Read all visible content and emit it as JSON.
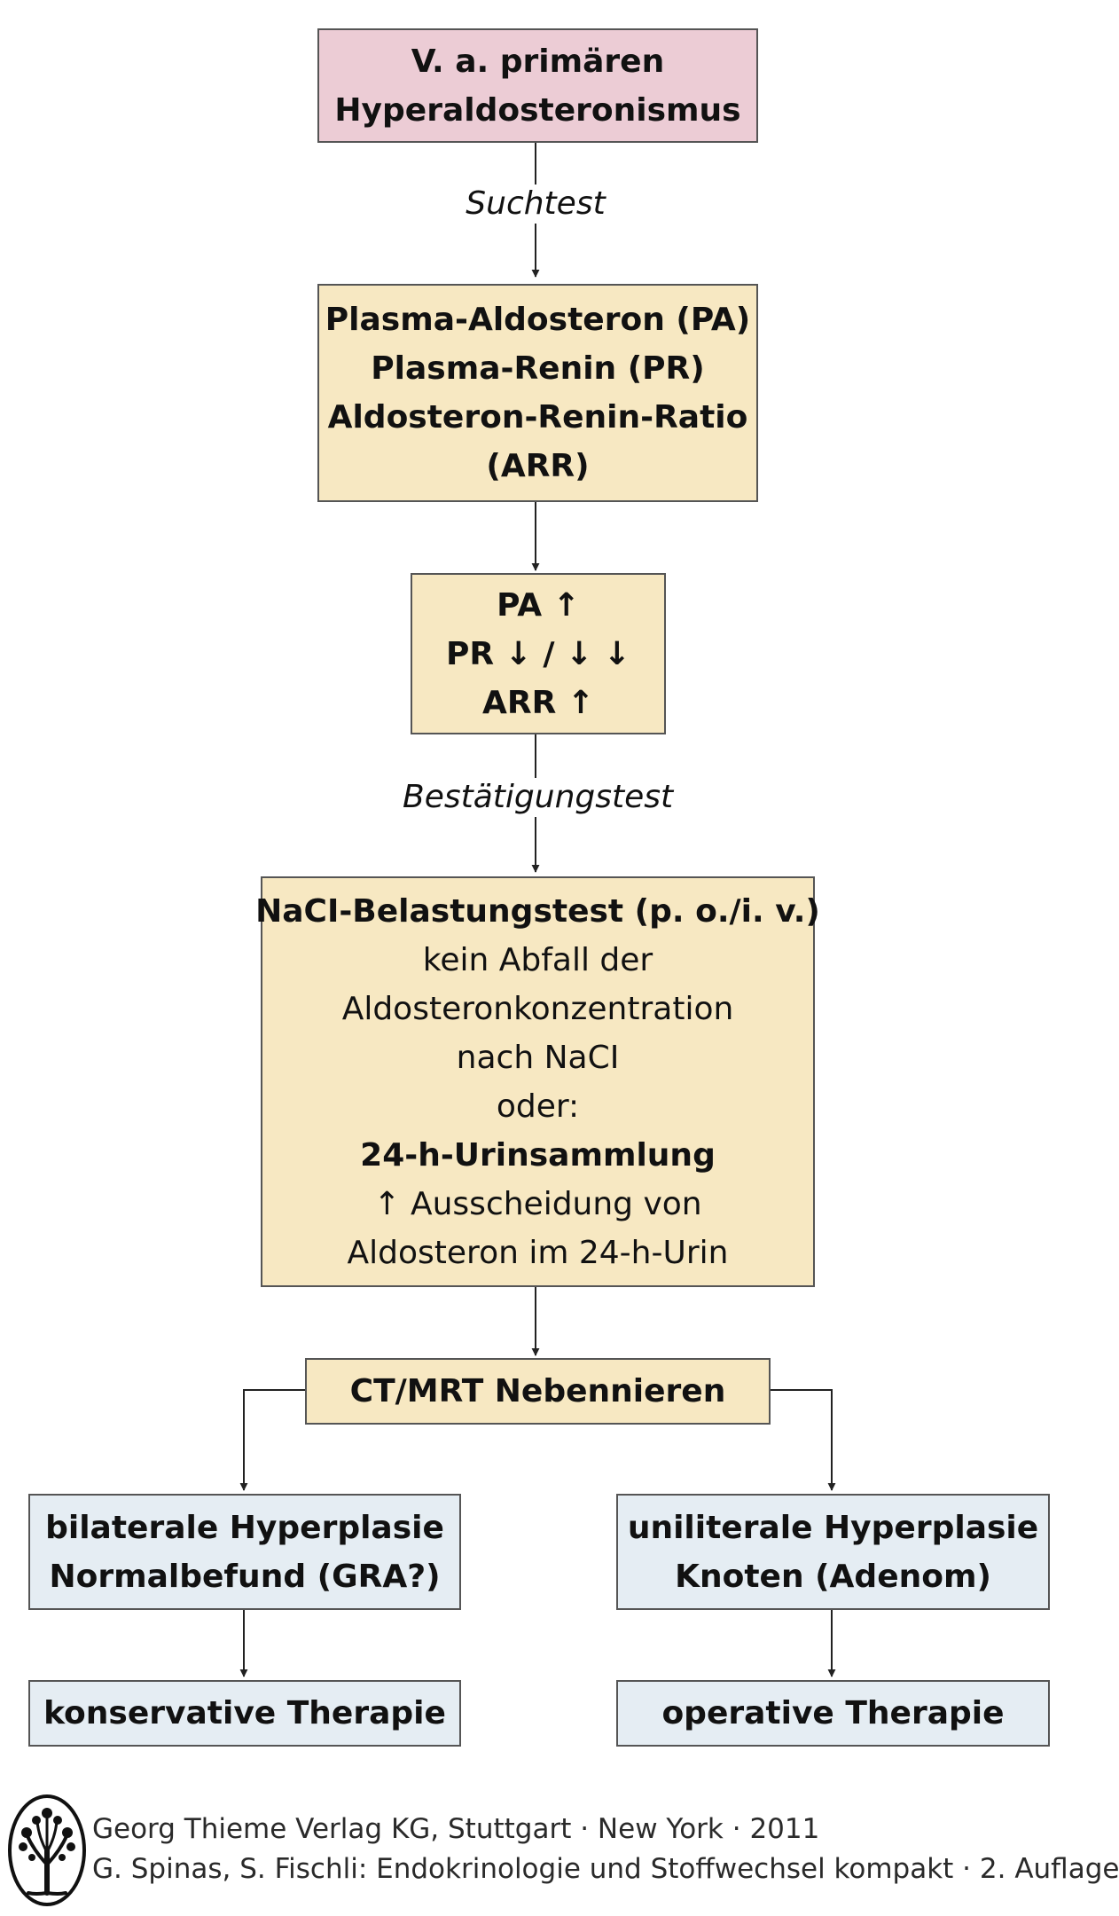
{
  "nodes": {
    "suspicion": [
      "V. a. primären",
      "Hyperaldosteronismus"
    ],
    "screening": [
      "Plasma-Aldosteron (PA)",
      "Plasma-Renin (PR)",
      "Aldosteron-Renin-Ratio",
      "(ARR)"
    ],
    "findings": [
      "PA ↑",
      "PR ↓ / ↓ ↓",
      "ARR  ↑"
    ],
    "confirmation": {
      "title": "NaCI-Belastungstest (p. o./i. v.)",
      "line1": "kein Abfall der",
      "line2": "Aldosteronkonzentration",
      "line3": "nach NaCI",
      "line4": "oder:",
      "title2": "24-h-Urinsammlung",
      "line5": "↑ Ausscheidung von",
      "line6": "Aldosteron im 24-h-Urin"
    },
    "imaging": "CT/MRT Nebennieren",
    "left_result": [
      "bilaterale Hyperplasie",
      "Normalbefund (GRA?)"
    ],
    "right_result": [
      "uniliterale Hyperplasie",
      "Knoten (Adenom)"
    ],
    "left_therapy": "konservative Therapie",
    "right_therapy": "operative Therapie"
  },
  "edge_labels": {
    "search_test": "Suchtest",
    "confirmation_test": "Bestätigungstest"
  },
  "footer": {
    "publisher": "Georg Thieme Verlag KG, Stuttgart · New York · 2011",
    "book": "G. Spinas, S. Fischli: Endokrinologie und Stoffwechsel kompakt · 2. Auflage"
  },
  "colors": {
    "suspicion_fill": "#ecccd5",
    "process_fill": "#f7e8c2",
    "result_fill": "#e5edf3",
    "border": "#555555"
  }
}
